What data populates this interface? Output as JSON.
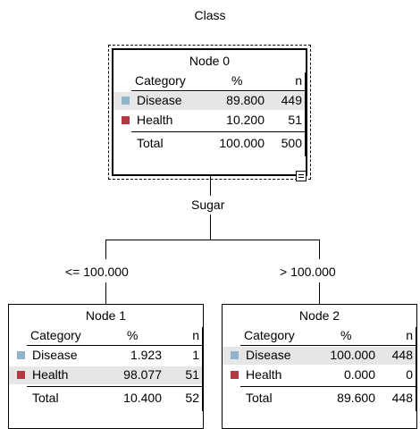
{
  "tree_title": "Class",
  "colors": {
    "disease": "#8fb4cc",
    "health": "#b3383f",
    "shaded_row": "#e6e6e6"
  },
  "root": {
    "title": "Node 0",
    "headers": {
      "category": "Category",
      "percent": "%",
      "n": "n"
    },
    "rows": [
      {
        "category": "Disease",
        "percent": "89.800",
        "n": "449"
      },
      {
        "category": "Health",
        "percent": "10.200",
        "n": "51"
      }
    ],
    "total": {
      "label": "Total",
      "percent": "100.000",
      "n": "500"
    },
    "split_variable": "Sugar"
  },
  "branches": [
    {
      "condition": "<= 100.000",
      "node": {
        "title": "Node 1",
        "headers": {
          "category": "Category",
          "percent": "%",
          "n": "n"
        },
        "rows": [
          {
            "category": "Disease",
            "percent": "1.923",
            "n": "1"
          },
          {
            "category": "Health",
            "percent": "98.077",
            "n": "51"
          }
        ],
        "total": {
          "label": "Total",
          "percent": "10.400",
          "n": "52"
        }
      }
    },
    {
      "condition": "> 100.000",
      "node": {
        "title": "Node 2",
        "headers": {
          "category": "Category",
          "percent": "%",
          "n": "n"
        },
        "rows": [
          {
            "category": "Disease",
            "percent": "100.000",
            "n": "448"
          },
          {
            "category": "Health",
            "percent": "0.000",
            "n": "0"
          }
        ],
        "total": {
          "label": "Total",
          "percent": "89.600",
          "n": "448"
        }
      }
    }
  ]
}
